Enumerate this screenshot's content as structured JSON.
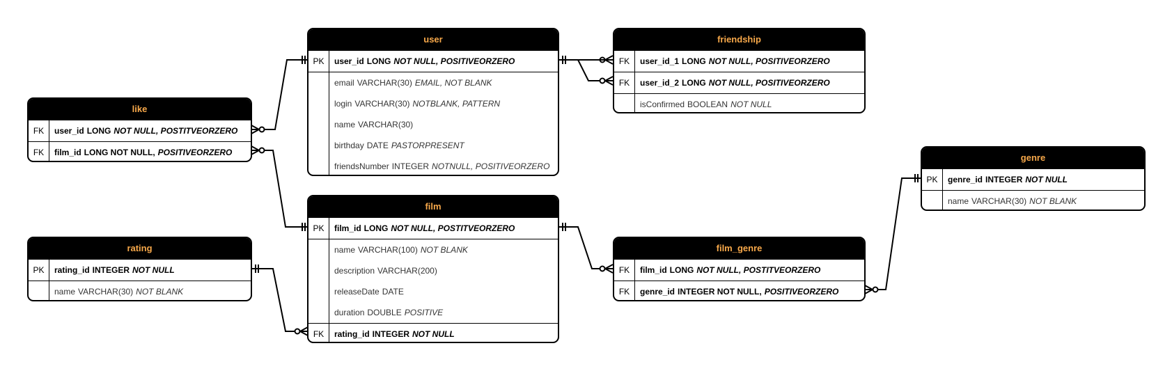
{
  "entities": {
    "user": {
      "title": "user",
      "rows": [
        {
          "key": "PK",
          "name": "user_id",
          "type": "LONG",
          "cons": "NOT NULL, POSITIVEORZERO"
        },
        {
          "key": "",
          "name": "email",
          "type": "VARCHAR(30)",
          "cons": "EMAIL, NOT BLANK"
        },
        {
          "key": "",
          "name": "login",
          "type": "VARCHAR(30)",
          "cons": "NOTBLANK, PATTERN"
        },
        {
          "key": "",
          "name": "name",
          "type": "VARCHAR(30)",
          "cons": ""
        },
        {
          "key": "",
          "name": "birthday",
          "type": "DATE",
          "cons": "PASTORPRESENT"
        },
        {
          "key": "",
          "name": "friendsNumber",
          "type": "INTEGER",
          "cons": "NOTNULL, POSITIVEORZERO"
        }
      ]
    },
    "friendship": {
      "title": "friendship",
      "rows": [
        {
          "key": "FK",
          "name": "user_id_1",
          "type": "LONG",
          "cons": "NOT NULL, POSITIVEORZERO"
        },
        {
          "key": "FK",
          "name": "user_id_2",
          "type": "LONG",
          "cons": "NOT NULL, POSITIVEORZERO"
        },
        {
          "key": "",
          "name": "isConfirmed",
          "type": "BOOLEAN",
          "cons": "NOT NULL"
        }
      ]
    },
    "like": {
      "title": "like",
      "rows": [
        {
          "key": "FK",
          "name": "user_id",
          "type": "LONG",
          "cons": "NOT NULL, POSTITVEORZERO"
        },
        {
          "key": "FK",
          "name": "film_id",
          "type": "LONG NOT NULL,",
          "cons": "POSITIVEORZERO"
        }
      ]
    },
    "film": {
      "title": "film",
      "rows": [
        {
          "key": "PK",
          "name": "film_id",
          "type": "LONG",
          "cons": "NOT NULL, POSTITVEORZERO"
        },
        {
          "key": "",
          "name": "name",
          "type": "VARCHAR(100)",
          "cons": "NOT BLANK"
        },
        {
          "key": "",
          "name": "description",
          "type": "VARCHAR(200)",
          "cons": ""
        },
        {
          "key": "",
          "name": "releaseDate",
          "type": "DATE",
          "cons": ""
        },
        {
          "key": "",
          "name": "duration",
          "type": "DOUBLE",
          "cons": "POSITIVE"
        },
        {
          "key": "FK",
          "name": "rating_id",
          "type": "INTEGER",
          "cons": "NOT NULL"
        }
      ]
    },
    "rating": {
      "title": "rating",
      "rows": [
        {
          "key": "PK",
          "name": "rating_id",
          "type": "INTEGER",
          "cons": "NOT NULL"
        },
        {
          "key": "",
          "name": "name",
          "type": "VARCHAR(30)",
          "cons": "NOT BLANK"
        }
      ]
    },
    "genre": {
      "title": "genre",
      "rows": [
        {
          "key": "PK",
          "name": "genre_id",
          "type": "INTEGER",
          "cons": "NOT NULL"
        },
        {
          "key": "",
          "name": "name",
          "type": "VARCHAR(30)",
          "cons": "NOT BLANK"
        }
      ]
    },
    "film_genre": {
      "title": "film_genre",
      "rows": [
        {
          "key": "FK",
          "name": "film_id",
          "type": "LONG",
          "cons": "NOT NULL, POSTITVEORZERO"
        },
        {
          "key": "FK",
          "name": "genre_id",
          "type": "INTEGER NOT NULL,",
          "cons": "POSITIVEORZERO"
        }
      ]
    }
  },
  "colors": {
    "header_bg": "#000000",
    "header_text": "#f7a84a",
    "line": "#000000"
  }
}
